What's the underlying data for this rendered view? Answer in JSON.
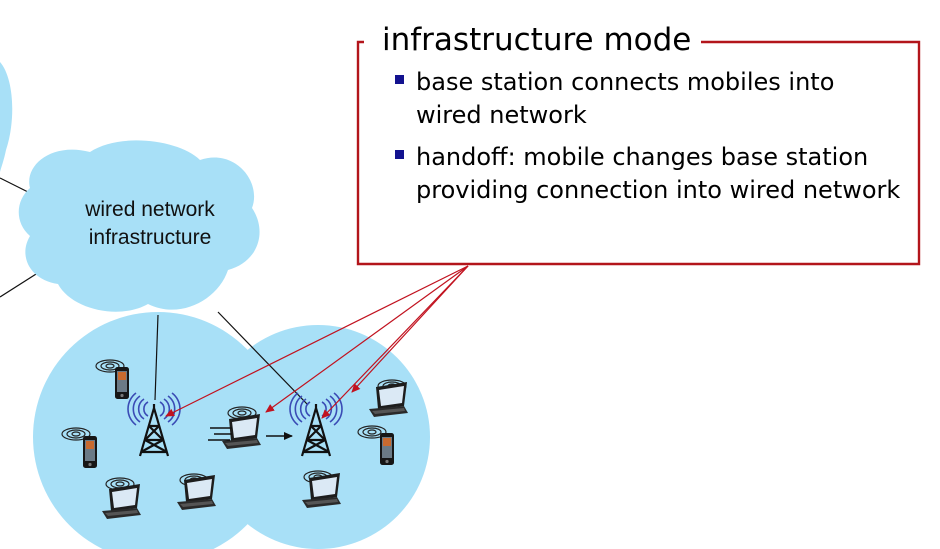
{
  "cloud": {
    "label_line1": "wired network",
    "label_line2": "infrastructure"
  },
  "callout": {
    "title": "infrastructure mode",
    "bullets": [
      {
        "icon": "square-bullet-icon",
        "text": "base station connects mobiles into wired network"
      },
      {
        "icon": "square-bullet-icon",
        "text": "handoff: mobile changes base station providing connection into wired network"
      }
    ]
  },
  "colors": {
    "cloud_fill": "#a8e0f7",
    "cell_fill": "#a8e0f7",
    "callout_border": "#b3151b",
    "pointer_arrows": "#c1121f",
    "bullet": "#13128f",
    "tower": "#111111"
  },
  "icons": [
    "cell-tower-icon",
    "smartphone-icon",
    "laptop-icon",
    "radio-waves-icon",
    "motion-lines-icon"
  ]
}
